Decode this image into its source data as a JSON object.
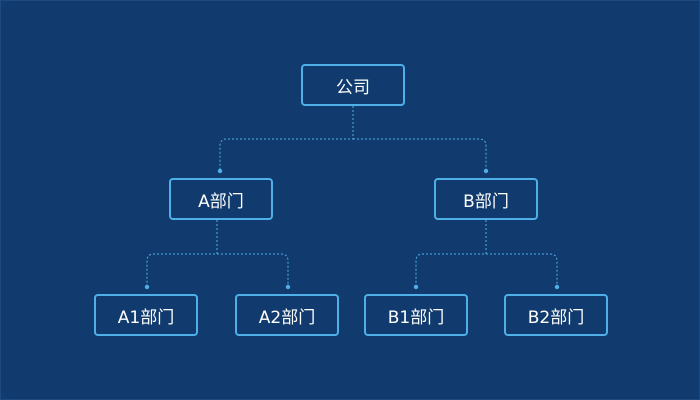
{
  "colors": {
    "background": "#113b6e",
    "node_border": "#4fb0e8",
    "connector": "#4fb0e8",
    "text": "#ffffff"
  },
  "org": {
    "root": {
      "label": "公司"
    },
    "departments": [
      {
        "label": "A部门",
        "children": [
          {
            "label": "A1部门"
          },
          {
            "label": "A2部门"
          }
        ]
      },
      {
        "label": "B部门",
        "children": [
          {
            "label": "B1部门"
          },
          {
            "label": "B2部门"
          }
        ]
      }
    ]
  }
}
